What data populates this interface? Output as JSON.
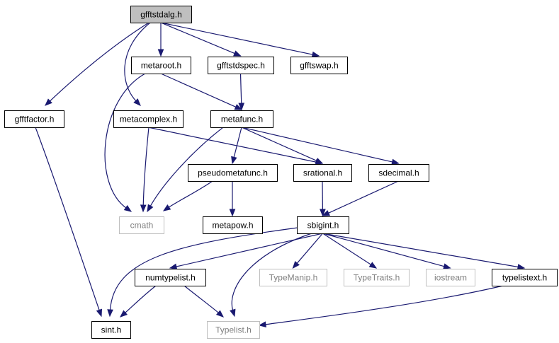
{
  "colors": {
    "edge": "#191970",
    "root_fill": "#bfbfbf",
    "node_border": "#000000",
    "external_border": "#bfbfbf",
    "external_text": "#808080",
    "text": "#000000",
    "background": "#ffffff"
  },
  "nodes": [
    {
      "id": "gfftstdalg",
      "label": "gfftstdalg.h",
      "kind": "root"
    },
    {
      "id": "metaroot",
      "label": "metaroot.h",
      "kind": "normal"
    },
    {
      "id": "gfftstdspec",
      "label": "gfftstdspec.h",
      "kind": "normal"
    },
    {
      "id": "gfftswap",
      "label": "gfftswap.h",
      "kind": "normal"
    },
    {
      "id": "gfftfactor",
      "label": "gfftfactor.h",
      "kind": "normal"
    },
    {
      "id": "metacomplex",
      "label": "metacomplex.h",
      "kind": "normal"
    },
    {
      "id": "metafunc",
      "label": "metafunc.h",
      "kind": "normal"
    },
    {
      "id": "pseudometafunc",
      "label": "pseudometafunc.h",
      "kind": "normal"
    },
    {
      "id": "srational",
      "label": "srational.h",
      "kind": "normal"
    },
    {
      "id": "sdecimal",
      "label": "sdecimal.h",
      "kind": "normal"
    },
    {
      "id": "cmath",
      "label": "cmath",
      "kind": "external"
    },
    {
      "id": "metapow",
      "label": "metapow.h",
      "kind": "normal"
    },
    {
      "id": "sbigint",
      "label": "sbigint.h",
      "kind": "normal"
    },
    {
      "id": "numtypelist",
      "label": "numtypelist.h",
      "kind": "normal"
    },
    {
      "id": "typemanip",
      "label": "TypeManip.h",
      "kind": "external"
    },
    {
      "id": "typetraits",
      "label": "TypeTraits.h",
      "kind": "external"
    },
    {
      "id": "iostream",
      "label": "iostream",
      "kind": "external"
    },
    {
      "id": "typelistext",
      "label": "typelistext.h",
      "kind": "normal"
    },
    {
      "id": "sint",
      "label": "sint.h",
      "kind": "normal"
    },
    {
      "id": "typelist",
      "label": "Typelist.h",
      "kind": "external"
    }
  ],
  "edges": [
    {
      "from": "gfftstdalg",
      "to": "metaroot"
    },
    {
      "from": "gfftstdalg",
      "to": "gfftstdspec"
    },
    {
      "from": "gfftstdalg",
      "to": "gfftswap"
    },
    {
      "from": "gfftstdalg",
      "to": "gfftfactor"
    },
    {
      "from": "gfftstdalg",
      "to": "metacomplex"
    },
    {
      "from": "metaroot",
      "to": "metafunc"
    },
    {
      "from": "metaroot",
      "to": "cmath"
    },
    {
      "from": "gfftstdspec",
      "to": "metafunc"
    },
    {
      "from": "gfftfactor",
      "to": "sint"
    },
    {
      "from": "metacomplex",
      "to": "cmath"
    },
    {
      "from": "metacomplex",
      "to": "srational"
    },
    {
      "from": "metafunc",
      "to": "pseudometafunc"
    },
    {
      "from": "metafunc",
      "to": "srational"
    },
    {
      "from": "metafunc",
      "to": "sdecimal"
    },
    {
      "from": "metafunc",
      "to": "cmath"
    },
    {
      "from": "pseudometafunc",
      "to": "cmath"
    },
    {
      "from": "pseudometafunc",
      "to": "metapow"
    },
    {
      "from": "srational",
      "to": "sbigint"
    },
    {
      "from": "sdecimal",
      "to": "sbigint"
    },
    {
      "from": "sbigint",
      "to": "sint"
    },
    {
      "from": "sbigint",
      "to": "numtypelist"
    },
    {
      "from": "sbigint",
      "to": "typelist"
    },
    {
      "from": "sbigint",
      "to": "typemanip"
    },
    {
      "from": "sbigint",
      "to": "typetraits"
    },
    {
      "from": "sbigint",
      "to": "iostream"
    },
    {
      "from": "sbigint",
      "to": "typelistext"
    },
    {
      "from": "numtypelist",
      "to": "sint"
    },
    {
      "from": "numtypelist",
      "to": "typelist"
    },
    {
      "from": "typelistext",
      "to": "typelist"
    }
  ]
}
